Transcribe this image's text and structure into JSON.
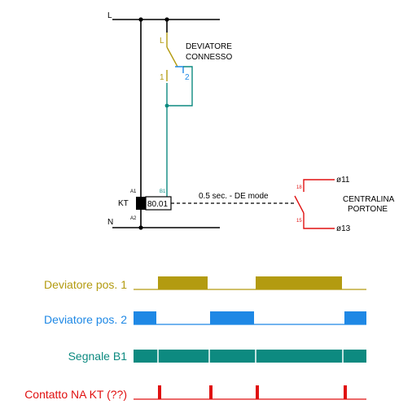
{
  "schematic": {
    "rail_top": "L",
    "rail_bottom": "N",
    "switch": {
      "common": "L",
      "pos1": "1",
      "pos2": "2",
      "title_line1": "DEVIATORE",
      "title_line2": "CONNESSO"
    },
    "relay": {
      "name": "KT",
      "model": "80.01",
      "pin_a1": "A1",
      "pin_a2": "A2",
      "pin_b1": "B1",
      "mode_label": "0.5 sec. - DE mode"
    },
    "contact": {
      "pin_18": "18",
      "pin_15": "15",
      "term_top": "ø11",
      "term_bottom": "ø13",
      "target_line1": "CENTRALINA",
      "target_line2": "PORTONE"
    }
  },
  "timing": {
    "rows": [
      {
        "label": "Deviatore pos. 1",
        "color": "#b39b10"
      },
      {
        "label": "Deviatore pos. 2",
        "color": "#1e88e5"
      },
      {
        "label": "Segnale B1",
        "color": "#0d8a80"
      },
      {
        "label": "Contatto NA KT (??)",
        "color": "#e01010"
      }
    ]
  },
  "colors": {
    "wire": "#000000",
    "switch_common": "#b39b10",
    "switch_pos2": "#1e88e5",
    "signal": "#0d8a80",
    "contact": "#e01010"
  }
}
